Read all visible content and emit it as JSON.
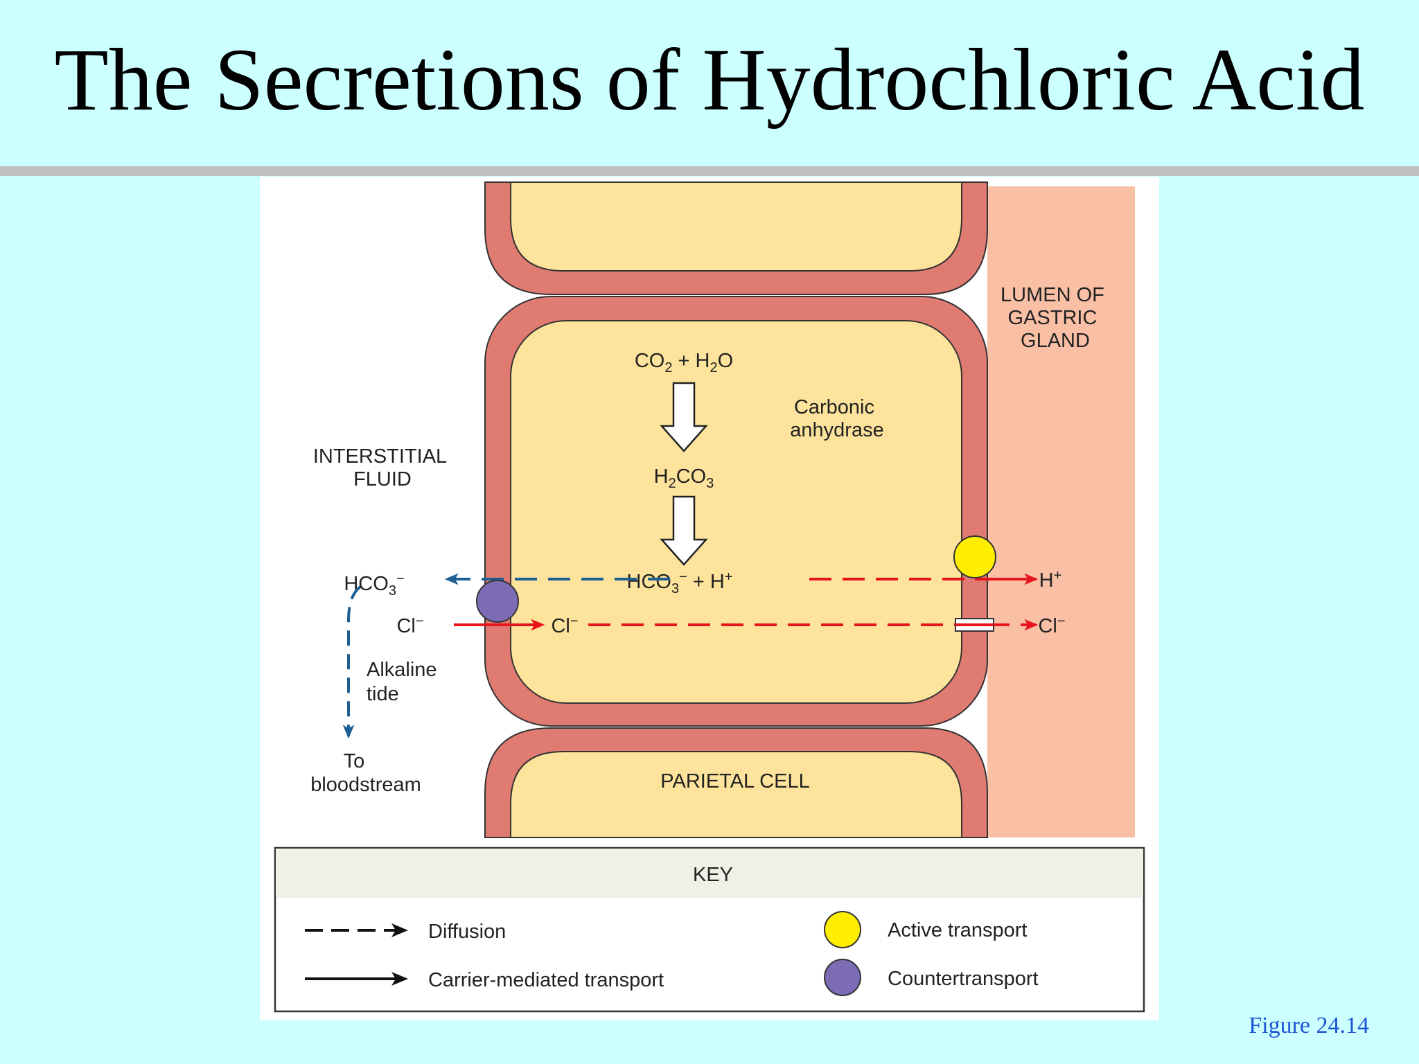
{
  "slide": {
    "title": "The Secretions of Hydrochloric Acid",
    "figure_caption": "Figure 24.14"
  },
  "diagram": {
    "labels": {
      "lumen": [
        "LUMEN OF",
        "GASTRIC",
        "GLAND"
      ],
      "interstitial": [
        "INTERSTITIAL",
        "FLUID"
      ],
      "enzyme": [
        "Carbonic",
        "anhydrase"
      ],
      "alkaline_tide": [
        "Alkaline",
        "tide"
      ],
      "to_bloodstream": [
        "To",
        "bloodstream"
      ],
      "parietal_cell": "PARIETAL CELL"
    },
    "chemistry": {
      "co2": "CO",
      "co2_sub": "2",
      "plus1": " + H",
      "h2o_sub": "2",
      "water_o": "O",
      "h2co3_h": "H",
      "h2co3_sub1": "2",
      "h2co3_co": "CO",
      "h2co3_sub2": "3",
      "hco3_center": "HCO",
      "hco3_center_sub": "3",
      "hco3_center_sup": "−",
      "plus_h": " + H",
      "plus_h_sup": "+",
      "hco3_left": "HCO",
      "hco3_left_sub": "3",
      "hco3_left_sup": "−",
      "cl_left": "Cl",
      "cl_left_sup": "−",
      "cl_center": "Cl",
      "cl_center_sup": "−",
      "h_right": "H",
      "h_right_sup": "+",
      "cl_right": "Cl",
      "cl_right_sup": "−"
    },
    "key": {
      "title": "KEY",
      "diffusion": "Diffusion",
      "carrier": "Carrier-mediated transport",
      "active": "Active transport",
      "counter": "Countertransport"
    },
    "colors": {
      "cell_fill": "#fde39b",
      "membrane": "#e07b72",
      "lumen": "#f9c0a6",
      "diffusion_blue": "#1e5f93",
      "arrow_red": "#e8141c",
      "active_yellow": "#ffee00",
      "counter_purple": "#7c6bb5",
      "key_header": "#f1f0e6"
    }
  }
}
